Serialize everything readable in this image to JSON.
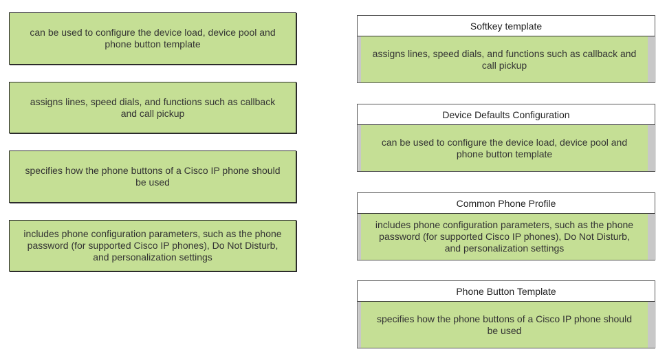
{
  "left_items": [
    {
      "text": "can be used to configure the device load, device pool and phone button template"
    },
    {
      "text": "assigns lines, speed dials, and functions such as callback and call pickup"
    },
    {
      "text": "specifies how the phone buttons of a Cisco IP phone should be used"
    },
    {
      "text": "includes phone configuration parameters, such as the phone password (for supported Cisco IP phones), Do Not Disturb, and personalization settings"
    }
  ],
  "targets": [
    {
      "title": "Softkey template",
      "answer": "assigns lines, speed dials, and functions such as callback and call pickup"
    },
    {
      "title": "Device Defaults Configuration",
      "answer": "can be used to configure the device load, device pool and phone button template"
    },
    {
      "title": "Common Phone Profile",
      "answer": "includes phone configuration parameters, such as the phone password (for supported Cisco IP phones), Do Not Disturb, and personalization settings"
    },
    {
      "title": "Phone Button Template",
      "answer": "specifies how the phone buttons of a Cisco IP phone should be used"
    }
  ]
}
